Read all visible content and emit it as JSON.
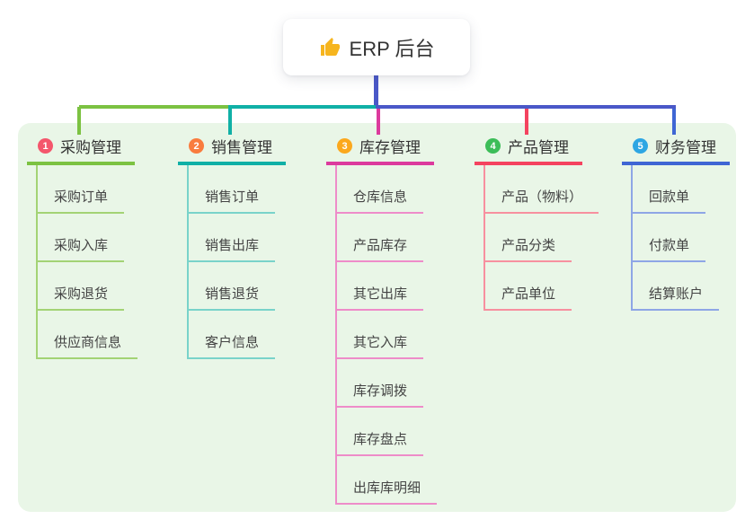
{
  "root": {
    "title": "ERP 后台",
    "icon": "thumbs-up-icon"
  },
  "colors": {
    "root_line": "#4a58c8",
    "panel_bg": "#e9f6e7",
    "thumb_icon": "#f6b51e",
    "title_text": "#333333",
    "child_text": "#444444"
  },
  "branches": [
    {
      "badge": "1",
      "badge_color": "#f4566c",
      "line_color": "#7cc242",
      "child_line_color": "#a3d375",
      "title": "采购管理",
      "children": [
        "采购订单",
        "采购入库",
        "采购退货",
        "供应商信息"
      ]
    },
    {
      "badge": "2",
      "badge_color": "#f97c3e",
      "line_color": "#10b0a6",
      "child_line_color": "#79d3ca",
      "title": "销售管理",
      "children": [
        "销售订单",
        "销售出库",
        "销售退货",
        "客户信息"
      ]
    },
    {
      "badge": "3",
      "badge_color": "#fba81d",
      "line_color": "#dc3a9d",
      "child_line_color": "#ee8cc9",
      "title": "库存管理",
      "children": [
        "仓库信息",
        "产品库存",
        "其它出库",
        "其它入库",
        "库存调拨",
        "库存盘点",
        "出库库明细"
      ]
    },
    {
      "badge": "4",
      "badge_color": "#3cbd58",
      "line_color": "#f4435f",
      "child_line_color": "#f7909f",
      "title": "产品管理",
      "children": [
        "产品（物料）",
        "产品分类",
        "产品单位"
      ]
    },
    {
      "badge": "5",
      "badge_color": "#2da6e3",
      "line_color": "#3f66d4",
      "child_line_color": "#8ea6e6",
      "title": "财务管理",
      "children": [
        "回款单",
        "付款单",
        "结算账户"
      ]
    }
  ]
}
